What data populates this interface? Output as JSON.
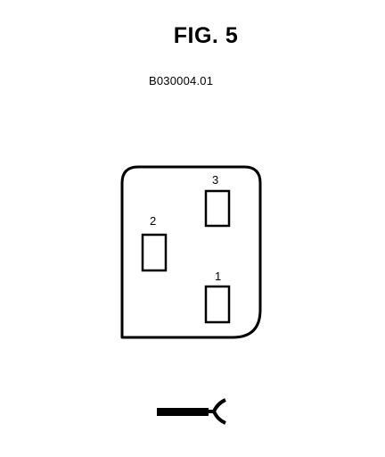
{
  "figure": {
    "title": "FIG. 5",
    "code": "B030004.01"
  },
  "connector": {
    "pins": [
      {
        "id": "pin-1",
        "label": "1"
      },
      {
        "id": "pin-2",
        "label": "2"
      },
      {
        "id": "pin-3",
        "label": "3"
      }
    ]
  },
  "symbol": {
    "name": "wire-harness-connector-icon"
  }
}
